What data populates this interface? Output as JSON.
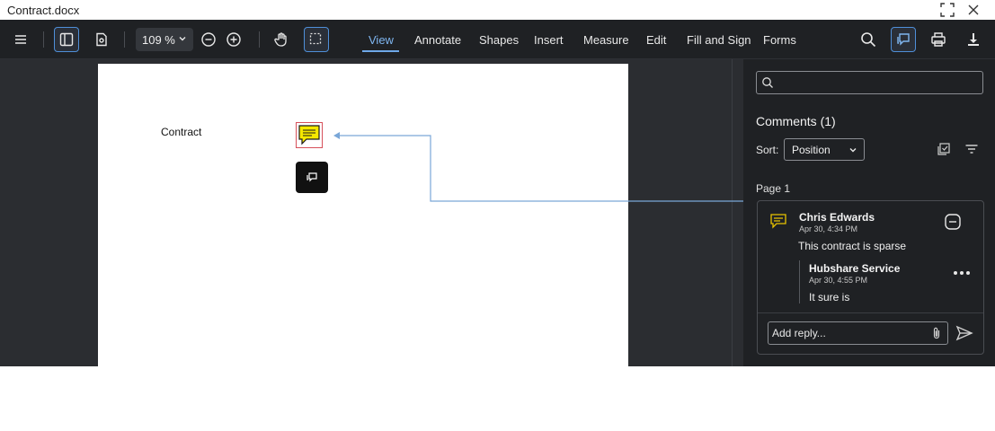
{
  "window": {
    "title": "Contract.docx"
  },
  "toolbar": {
    "zoom": "109 %",
    "tabs": [
      {
        "label": "View",
        "active": true
      },
      {
        "label": "Annotate",
        "active": false
      },
      {
        "label": "Shapes",
        "active": false
      },
      {
        "label": "Insert",
        "active": false
      },
      {
        "label": "Measure",
        "active": false
      },
      {
        "label": "Edit",
        "active": false
      },
      {
        "label": "Fill and Sign",
        "active": false
      },
      {
        "label": "Forms",
        "active": false
      }
    ]
  },
  "document": {
    "text": "Contract"
  },
  "panel": {
    "search_placeholder": "",
    "title": "Comments (1)",
    "sort_label": "Sort:",
    "sort_value": "Position",
    "page_label": "Page 1",
    "comment": {
      "author": "Chris Edwards",
      "date": "Apr 30, 4:34 PM",
      "text": "This contract is sparse",
      "reply": {
        "author": "Hubshare Service",
        "date": "Apr 30, 4:55 PM",
        "text": "It sure is"
      },
      "reply_placeholder": "Add reply..."
    }
  },
  "colors": {
    "toolbar_bg": "#1f2124",
    "canvas_bg": "#2b2d31",
    "accent": "#6ea8e8",
    "note_yellow": "#f5e800",
    "connector": "#7aa7d8"
  }
}
